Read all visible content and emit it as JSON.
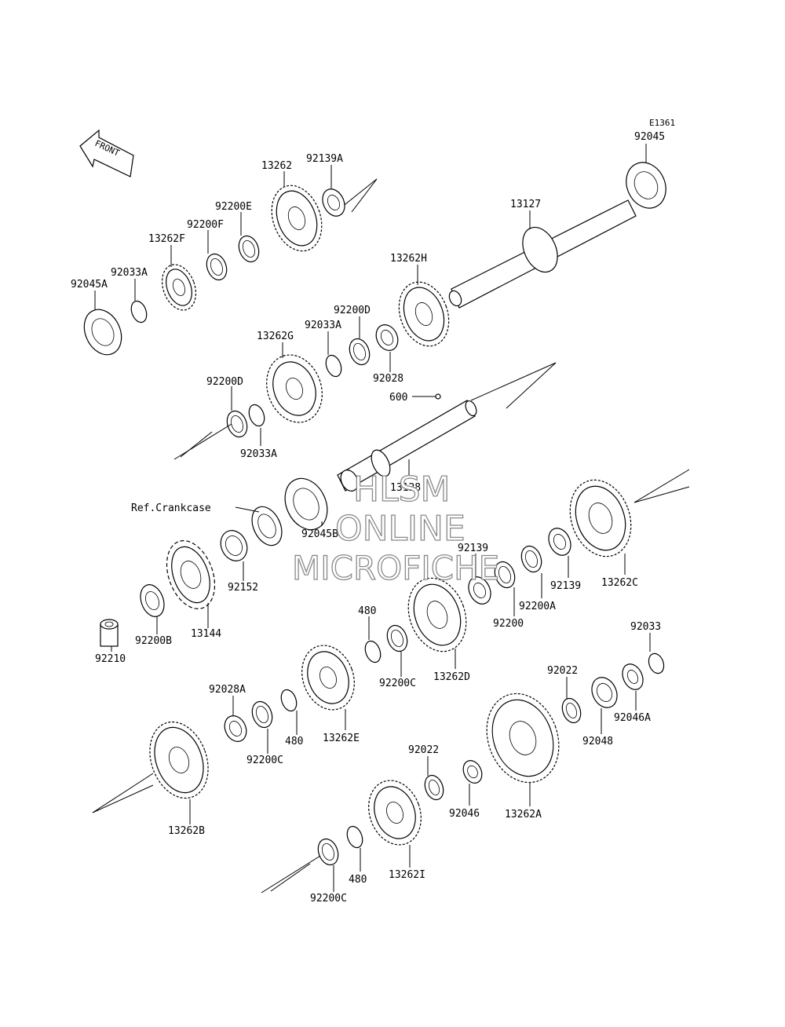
{
  "diagram_id": "E1361",
  "front_label": "FRONT",
  "ref_label": "Ref.Crankcase",
  "watermark": [
    "HLSM",
    "ONLINE",
    "MICROFICHE"
  ],
  "parts": {
    "p92045": "92045",
    "p13127": "13127",
    "p92139A": "92139A",
    "p13262": "13262",
    "p92200E": "92200E",
    "p92200F": "92200F",
    "p13262F": "13262F",
    "p92033A_1": "92033A",
    "p92045A": "92045A",
    "p13262H": "13262H",
    "p92200D_1": "92200D",
    "p92033A_2": "92033A",
    "p13262G": "13262G",
    "p92028": "92028",
    "p92200D_2": "92200D",
    "p92033A_3": "92033A",
    "p600": "600",
    "p13128": "13128",
    "p92045B": "92045B",
    "p92152": "92152",
    "p13144": "13144",
    "p92200B": "92200B",
    "p92210": "92210",
    "p92139": "92139",
    "p92200A": "92200A",
    "p92139_2": "92139",
    "p13262C": "13262C",
    "p92200": "92200",
    "p480_1": "480",
    "p92200C_1": "92200C",
    "p13262D": "13262D",
    "p92033": "92033",
    "p92022_1": "92022",
    "p92046A": "92046A",
    "p92048": "92048",
    "p92028A": "92028A",
    "p92200C_2": "92200C",
    "p480_2": "480",
    "p13262E": "13262E",
    "p13262B": "13262B",
    "p92022_2": "92022",
    "p92046": "92046",
    "p13262A": "13262A",
    "p13262I": "13262I",
    "p480_3": "480",
    "p92200C_3": "92200C"
  }
}
